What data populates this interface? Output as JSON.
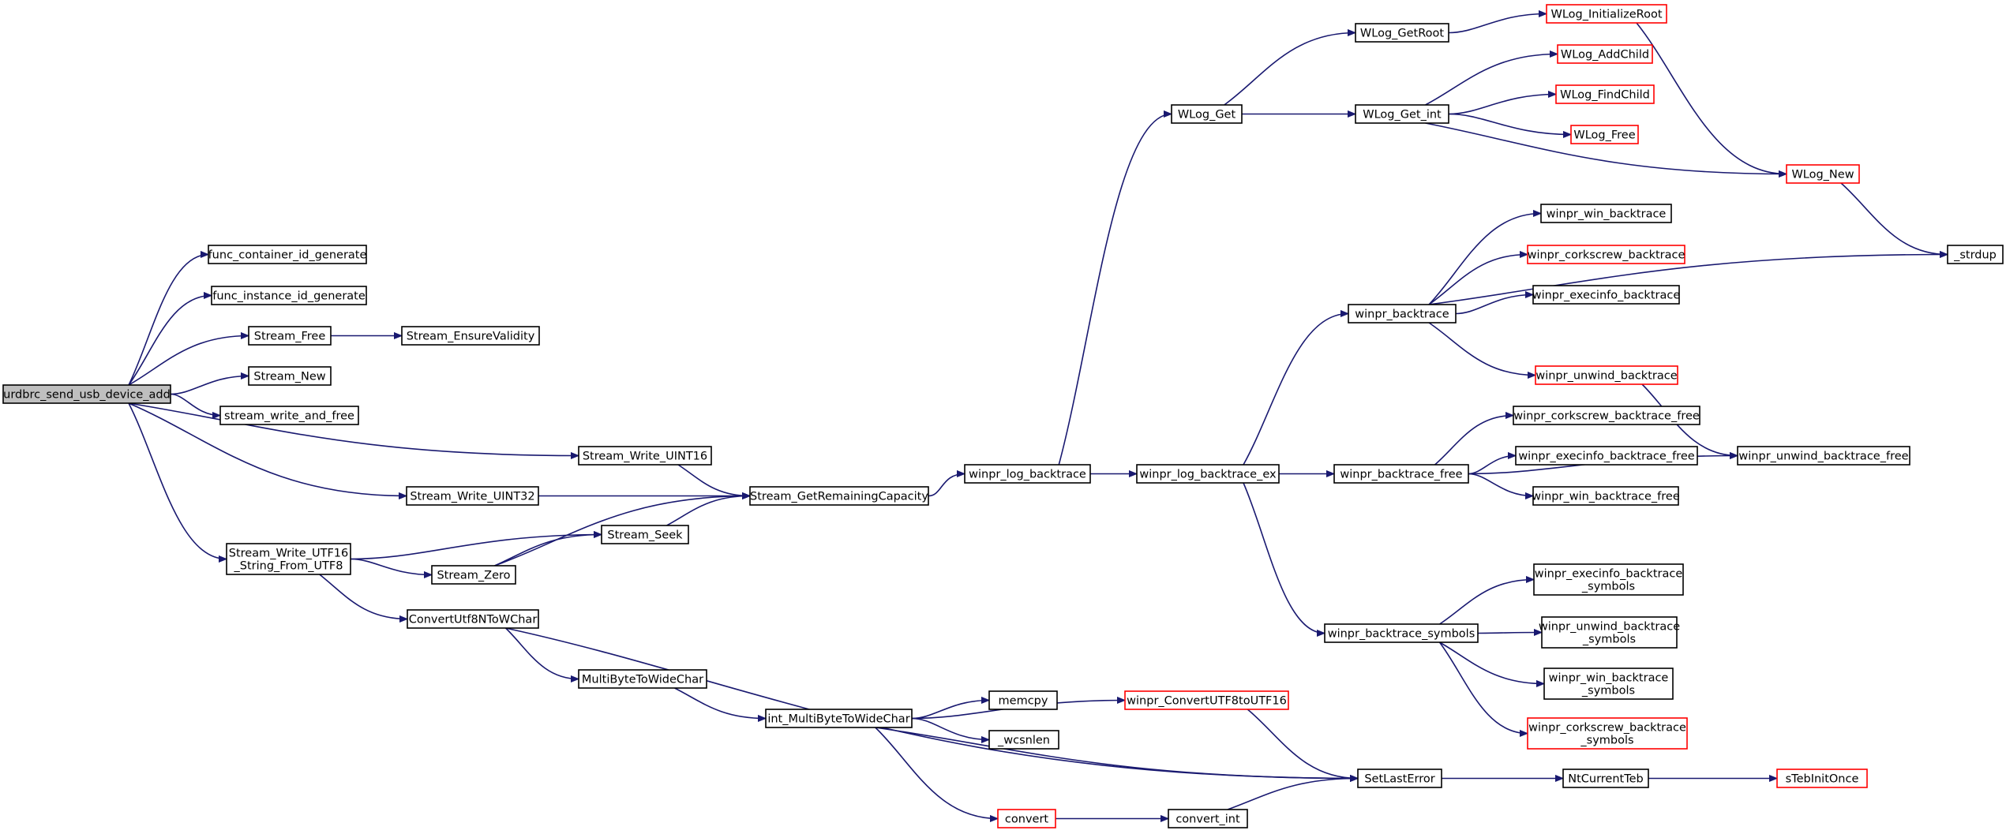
{
  "diagram": {
    "type": "call-graph",
    "colors": {
      "edge": "#191970",
      "node_border": "#000000",
      "external_border": "#ff0000",
      "root_fill": "#bfbfbf",
      "background": "#ffffff"
    },
    "nodes": [
      {
        "id": "root",
        "lines": [
          "urdbrc_send_usb_device_add"
        ],
        "style": "root"
      },
      {
        "id": "fcid",
        "lines": [
          "func_container_id_generate"
        ]
      },
      {
        "id": "fiid",
        "lines": [
          "func_instance_id_generate"
        ]
      },
      {
        "id": "sfree",
        "lines": [
          "Stream_Free"
        ]
      },
      {
        "id": "sev",
        "lines": [
          "Stream_EnsureValidity"
        ]
      },
      {
        "id": "snew",
        "lines": [
          "Stream_New"
        ]
      },
      {
        "id": "swaf",
        "lines": [
          "stream_write_and_free"
        ]
      },
      {
        "id": "sw16",
        "lines": [
          "Stream_Write_UINT16"
        ]
      },
      {
        "id": "sw32",
        "lines": [
          "Stream_Write_UINT32"
        ]
      },
      {
        "id": "sgrc",
        "lines": [
          "Stream_GetRemainingCapacity"
        ]
      },
      {
        "id": "swutf",
        "lines": [
          "Stream_Write_UTF16",
          "_String_From_UTF8"
        ]
      },
      {
        "id": "sseek",
        "lines": [
          "Stream_Seek"
        ]
      },
      {
        "id": "szero",
        "lines": [
          "Stream_Zero"
        ]
      },
      {
        "id": "cu8",
        "lines": [
          "ConvertUtf8NToWChar"
        ]
      },
      {
        "id": "mb2wc",
        "lines": [
          "MultiByteToWideChar"
        ]
      },
      {
        "id": "imb2wc",
        "lines": [
          "int_MultiByteToWideChar"
        ]
      },
      {
        "id": "memcpy",
        "lines": [
          "memcpy"
        ]
      },
      {
        "id": "wcsnlen",
        "lines": [
          "_wcsnlen"
        ]
      },
      {
        "id": "wcu8",
        "lines": [
          "winpr_ConvertUTF8toUTF16"
        ],
        "style": "ext"
      },
      {
        "id": "convert",
        "lines": [
          "convert"
        ],
        "style": "ext"
      },
      {
        "id": "convint",
        "lines": [
          "convert_int"
        ]
      },
      {
        "id": "sle",
        "lines": [
          "SetLastError"
        ]
      },
      {
        "id": "ntct",
        "lines": [
          "NtCurrentTeb"
        ]
      },
      {
        "id": "stio",
        "lines": [
          "sTebInitOnce"
        ],
        "style": "ext"
      },
      {
        "id": "wlb",
        "lines": [
          "winpr_log_backtrace"
        ]
      },
      {
        "id": "wlbe",
        "lines": [
          "winpr_log_backtrace_ex"
        ]
      },
      {
        "id": "wlget",
        "lines": [
          "WLog_Get"
        ]
      },
      {
        "id": "wlgr",
        "lines": [
          "WLog_GetRoot"
        ]
      },
      {
        "id": "wlir",
        "lines": [
          "WLog_InitializeRoot"
        ],
        "style": "ext"
      },
      {
        "id": "wlgi",
        "lines": [
          "WLog_Get_int"
        ]
      },
      {
        "id": "wlac",
        "lines": [
          "WLog_AddChild"
        ],
        "style": "ext"
      },
      {
        "id": "wlfc",
        "lines": [
          "WLog_FindChild"
        ],
        "style": "ext"
      },
      {
        "id": "wlfree",
        "lines": [
          "WLog_Free"
        ],
        "style": "ext"
      },
      {
        "id": "wlnew",
        "lines": [
          "WLog_New"
        ],
        "style": "ext"
      },
      {
        "id": "strdup",
        "lines": [
          "_strdup"
        ]
      },
      {
        "id": "wbt",
        "lines": [
          "winpr_backtrace"
        ]
      },
      {
        "id": "wwbt",
        "lines": [
          "winpr_win_backtrace"
        ]
      },
      {
        "id": "wcbt",
        "lines": [
          "winpr_corkscrew_backtrace"
        ],
        "style": "ext"
      },
      {
        "id": "webt",
        "lines": [
          "winpr_execinfo_backtrace"
        ]
      },
      {
        "id": "wubt",
        "lines": [
          "winpr_unwind_backtrace"
        ],
        "style": "ext"
      },
      {
        "id": "wbtf",
        "lines": [
          "winpr_backtrace_free"
        ]
      },
      {
        "id": "wcbtf",
        "lines": [
          "winpr_corkscrew_backtrace_free"
        ]
      },
      {
        "id": "webtf",
        "lines": [
          "winpr_execinfo_backtrace_free"
        ]
      },
      {
        "id": "wwbtf",
        "lines": [
          "winpr_win_backtrace_free"
        ]
      },
      {
        "id": "wubtf",
        "lines": [
          "winpr_unwind_backtrace_free"
        ]
      },
      {
        "id": "wbts",
        "lines": [
          "winpr_backtrace_symbols"
        ]
      },
      {
        "id": "webts",
        "lines": [
          "winpr_execinfo_backtrace",
          "_symbols"
        ]
      },
      {
        "id": "wubts",
        "lines": [
          "winpr_unwind_backtrace",
          "_symbols"
        ]
      },
      {
        "id": "wwbts",
        "lines": [
          "winpr_win_backtrace",
          "_symbols"
        ]
      },
      {
        "id": "wcbts",
        "lines": [
          "winpr_corkscrew_backtrace",
          "_symbols"
        ],
        "style": "ext"
      }
    ],
    "edges": [
      [
        "root",
        "fcid"
      ],
      [
        "root",
        "fiid"
      ],
      [
        "root",
        "sfree"
      ],
      [
        "root",
        "snew"
      ],
      [
        "root",
        "swaf"
      ],
      [
        "root",
        "sw16"
      ],
      [
        "root",
        "sw32"
      ],
      [
        "root",
        "swutf"
      ],
      [
        "sfree",
        "sev"
      ],
      [
        "sw16",
        "sgrc"
      ],
      [
        "sw32",
        "sgrc"
      ],
      [
        "sseek",
        "sgrc"
      ],
      [
        "szero",
        "sgrc"
      ],
      [
        "swutf",
        "sseek"
      ],
      [
        "swutf",
        "szero"
      ],
      [
        "swutf",
        "cu8"
      ],
      [
        "szero",
        "sseek"
      ],
      [
        "cu8",
        "mb2wc"
      ],
      [
        "cu8",
        "sle"
      ],
      [
        "mb2wc",
        "imb2wc"
      ],
      [
        "imb2wc",
        "memcpy"
      ],
      [
        "imb2wc",
        "wcsnlen"
      ],
      [
        "imb2wc",
        "wcu8"
      ],
      [
        "imb2wc",
        "convert"
      ],
      [
        "imb2wc",
        "sle"
      ],
      [
        "wcu8",
        "sle"
      ],
      [
        "convert",
        "convint"
      ],
      [
        "convint",
        "sle"
      ],
      [
        "sle",
        "ntct"
      ],
      [
        "ntct",
        "stio"
      ],
      [
        "sgrc",
        "wlb"
      ],
      [
        "wlb",
        "wlget"
      ],
      [
        "wlb",
        "wlbe"
      ],
      [
        "wlget",
        "wlgr"
      ],
      [
        "wlget",
        "wlgi"
      ],
      [
        "wlgr",
        "wlir"
      ],
      [
        "wlir",
        "wlnew"
      ],
      [
        "wlgi",
        "wlac"
      ],
      [
        "wlgi",
        "wlfc"
      ],
      [
        "wlgi",
        "wlfree"
      ],
      [
        "wlgi",
        "wlnew"
      ],
      [
        "wlnew",
        "strdup"
      ],
      [
        "wlbe",
        "wbt"
      ],
      [
        "wlbe",
        "wbtf"
      ],
      [
        "wlbe",
        "wbts"
      ],
      [
        "wbt",
        "wwbt"
      ],
      [
        "wbt",
        "wcbt"
      ],
      [
        "wbt",
        "webt"
      ],
      [
        "wbt",
        "wubt"
      ],
      [
        "wbt",
        "strdup"
      ],
      [
        "wubt",
        "wubtf"
      ],
      [
        "wbtf",
        "wcbtf"
      ],
      [
        "wbtf",
        "webtf"
      ],
      [
        "wbtf",
        "wwbtf"
      ],
      [
        "wbtf",
        "wubtf"
      ],
      [
        "wbts",
        "webts"
      ],
      [
        "wbts",
        "wubts"
      ],
      [
        "wbts",
        "wwbts"
      ],
      [
        "wbts",
        "wcbts"
      ]
    ]
  }
}
